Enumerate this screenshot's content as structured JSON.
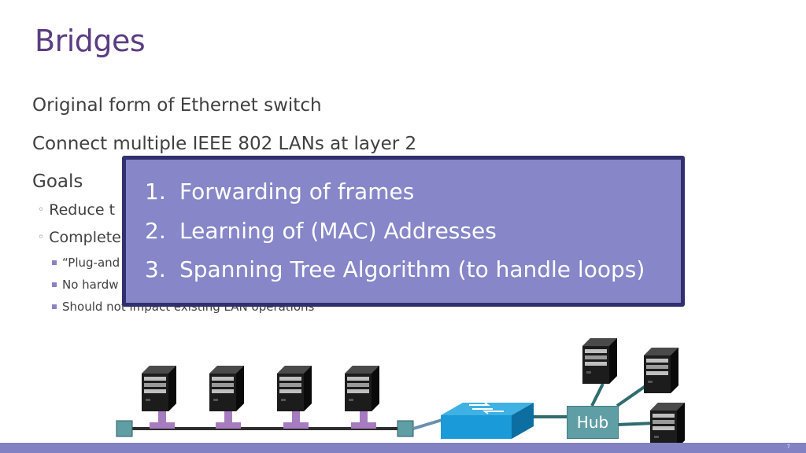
{
  "slide": {
    "title": "Bridges",
    "bullets": [
      "Original form of Ethernet switch",
      "Connect multiple IEEE 802 LANs at layer 2",
      "Goals"
    ],
    "sub_bullets": [
      "Reduce t",
      "Complete"
    ],
    "sub_sub_bullets": [
      "“Plug-and",
      "No hardw",
      "Should not impact existing LAN operations"
    ],
    "callout_items": [
      {
        "num": "1.",
        "text": "Forwarding of frames"
      },
      {
        "num": "2.",
        "text": "Learning of (MAC) Addresses"
      },
      {
        "num": "3.",
        "text": "Spanning Tree Algorithm (to handle loops)"
      }
    ],
    "hub_label": "Hub",
    "page_number": "7"
  },
  "colors": {
    "title": "#5b3d82",
    "callout_fill": "#8686c8",
    "callout_border": "#30306e",
    "footer_bar": "#8181c4",
    "hub": "#5f9ea4",
    "tap": "#a77bbf",
    "switch": "#1a9ad8"
  },
  "icons": [
    "server-icon",
    "switch-icon",
    "terminator-icon",
    "hub-icon"
  ]
}
